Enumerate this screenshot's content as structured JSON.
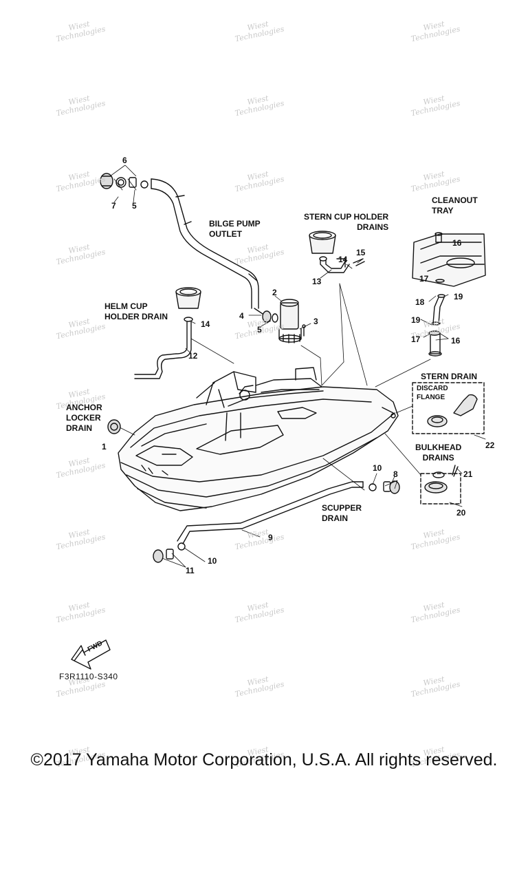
{
  "labels": {
    "bilge_pump_outlet": [
      "BILGE PUMP",
      "OUTLET"
    ],
    "stern_cup_holder_drains": [
      "STERN CUP HOLDER",
      "DRAINS"
    ],
    "cleanout_tray": [
      "CLEANOUT",
      "TRAY"
    ],
    "helm_cup_holder_drain": [
      "HELM CUP",
      "HOLDER DRAIN"
    ],
    "anchor_locker_drain": [
      "ANCHOR",
      "LOCKER",
      "DRAIN"
    ],
    "stern_drain": "STERN DRAIN",
    "discard_flange": [
      "DISCARD",
      "FLANGE"
    ],
    "bulkhead_drains": [
      "BULKHEAD",
      "DRAINS"
    ],
    "scupper_drain": [
      "SCUPPER",
      "DRAIN"
    ]
  },
  "callouts": [
    {
      "id": "c6",
      "text": "6"
    },
    {
      "id": "c7",
      "text": "7"
    },
    {
      "id": "c5a",
      "text": "5"
    },
    {
      "id": "c15",
      "text": "15"
    },
    {
      "id": "c14a",
      "text": "14"
    },
    {
      "id": "c13",
      "text": "13"
    },
    {
      "id": "c16a",
      "text": "16"
    },
    {
      "id": "c17a",
      "text": "17"
    },
    {
      "id": "c19a",
      "text": "19"
    },
    {
      "id": "c18",
      "text": "18"
    },
    {
      "id": "c19b",
      "text": "19"
    },
    {
      "id": "c17b",
      "text": "17"
    },
    {
      "id": "c16b",
      "text": "16"
    },
    {
      "id": "c2",
      "text": "2"
    },
    {
      "id": "c4",
      "text": "4"
    },
    {
      "id": "c5b",
      "text": "5"
    },
    {
      "id": "c3",
      "text": "3"
    },
    {
      "id": "c14b",
      "text": "14"
    },
    {
      "id": "c12",
      "text": "12"
    },
    {
      "id": "c1",
      "text": "1"
    },
    {
      "id": "c22",
      "text": "22"
    },
    {
      "id": "c21",
      "text": "21"
    },
    {
      "id": "c20",
      "text": "20"
    },
    {
      "id": "c10a",
      "text": "10"
    },
    {
      "id": "c8",
      "text": "8"
    },
    {
      "id": "c9",
      "text": "9"
    },
    {
      "id": "c10b",
      "text": "10"
    },
    {
      "id": "c11",
      "text": "11"
    }
  ],
  "fwd_label": "FWD",
  "part_code": "F3R1110-S340",
  "copyright": "©2017 Yamaha Motor Corporation, U.S.A. All rights reserved.",
  "watermark": [
    "Wiest",
    "Technologies"
  ]
}
